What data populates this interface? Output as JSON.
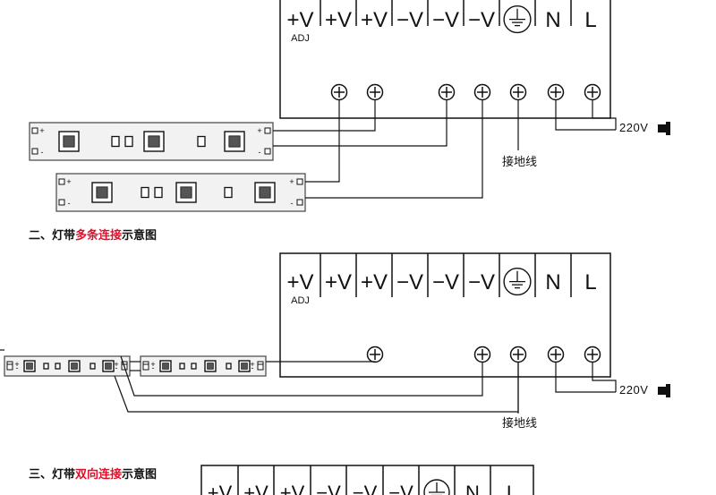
{
  "psu_terminals": [
    "+V",
    "+V",
    "+V",
    "-V",
    "-V",
    "-V",
    "ground-symbol",
    "N",
    "L"
  ],
  "adj_label": "ADJ",
  "ac_voltage": "220V",
  "ground_label": "接地线",
  "headings": [
    {
      "prefix": "二、灯带",
      "emphasis": "多条连接",
      "suffix": "示意图"
    },
    {
      "prefix": "三、灯带",
      "emphasis": "双向连接",
      "suffix": "示意图"
    }
  ],
  "strip_polarity": [
    "+",
    "-"
  ],
  "colors": {
    "line": "#111111",
    "emphasis": "#e0102a"
  },
  "icons": [
    "screw-terminal-icon",
    "ground-symbol-icon",
    "plug-icon",
    "led-chip-icon",
    "resistor-icon"
  ]
}
